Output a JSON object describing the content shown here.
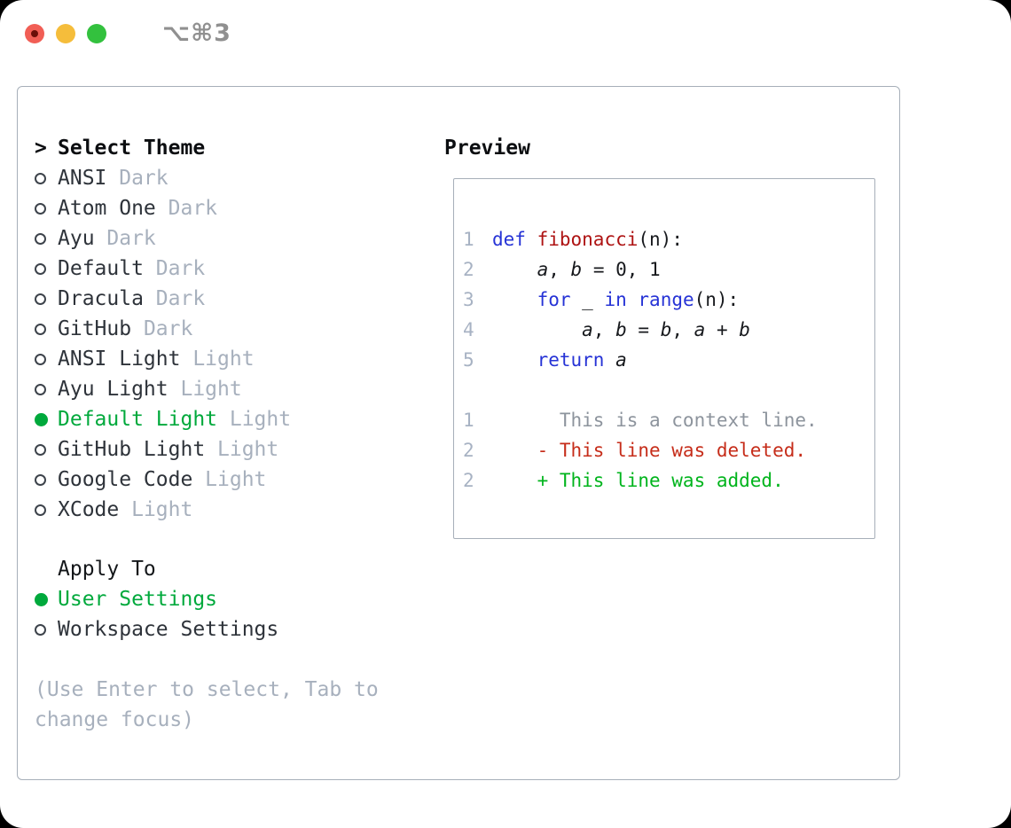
{
  "window": {
    "title": "⌥⌘3"
  },
  "titlebar": {
    "buttons": [
      {
        "name": "close",
        "color": "#f15e55",
        "has_unsaved_dot": true,
        "dot_color": "#6b0e08"
      },
      {
        "name": "minimize",
        "color": "#f5bd3b"
      },
      {
        "name": "zoom",
        "color": "#33c13e"
      }
    ]
  },
  "theme_panel": {
    "prompt": ">",
    "header": "Select Theme",
    "themes": [
      {
        "name": "ANSI",
        "variant": "Dark",
        "selected": false
      },
      {
        "name": "Atom One",
        "variant": "Dark",
        "selected": false
      },
      {
        "name": "Ayu",
        "variant": "Dark",
        "selected": false
      },
      {
        "name": "Default",
        "variant": "Dark",
        "selected": false
      },
      {
        "name": "Dracula",
        "variant": "Dark",
        "selected": false
      },
      {
        "name": "GitHub",
        "variant": "Dark",
        "selected": false
      },
      {
        "name": "ANSI Light",
        "variant": "Light",
        "selected": false
      },
      {
        "name": "Ayu Light",
        "variant": "Light",
        "selected": false
      },
      {
        "name": "Default Light",
        "variant": "Light",
        "selected": true
      },
      {
        "name": "GitHub Light",
        "variant": "Light",
        "selected": false
      },
      {
        "name": "Google Code",
        "variant": "Light",
        "selected": false
      },
      {
        "name": "XCode",
        "variant": "Light",
        "selected": false
      }
    ],
    "apply_header": "Apply To",
    "apply_options": [
      {
        "label": "User Settings",
        "selected": true
      },
      {
        "label": "Workspace Settings",
        "selected": false
      }
    ],
    "hint": "(Use Enter to select, Tab to change focus)"
  },
  "preview": {
    "title": "Preview",
    "code_lines": [
      {
        "number": "1",
        "tokens": [
          {
            "t": "def",
            "c": "keyword"
          },
          {
            "t": " "
          },
          {
            "t": "fibonacci",
            "c": "function"
          },
          {
            "t": "(n):"
          }
        ]
      },
      {
        "number": "2",
        "tokens": [
          {
            "t": "    "
          },
          {
            "t": "a",
            "c": "variable"
          },
          {
            "t": ", "
          },
          {
            "t": "b",
            "c": "variable"
          },
          {
            "t": " = 0, 1"
          }
        ]
      },
      {
        "number": "3",
        "tokens": [
          {
            "t": "    "
          },
          {
            "t": "for",
            "c": "keyword"
          },
          {
            "t": " _ "
          },
          {
            "t": "in",
            "c": "keyword"
          },
          {
            "t": " "
          },
          {
            "t": "range",
            "c": "keyword"
          },
          {
            "t": "(n):"
          }
        ]
      },
      {
        "number": "4",
        "tokens": [
          {
            "t": "        "
          },
          {
            "t": "a",
            "c": "variable"
          },
          {
            "t": ", "
          },
          {
            "t": "b",
            "c": "variable"
          },
          {
            "t": " = "
          },
          {
            "t": "b",
            "c": "variable"
          },
          {
            "t": ", "
          },
          {
            "t": "a",
            "c": "variable"
          },
          {
            "t": " + "
          },
          {
            "t": "b",
            "c": "variable"
          }
        ]
      },
      {
        "number": "5",
        "tokens": [
          {
            "t": "    "
          },
          {
            "t": "return",
            "c": "keyword"
          },
          {
            "t": " "
          },
          {
            "t": "a",
            "c": "variable"
          }
        ]
      }
    ],
    "diff_lines": [
      {
        "number": "1",
        "type": "context",
        "text": "      This is a context line."
      },
      {
        "number": "2",
        "type": "deleted",
        "text": "    - This line was deleted."
      },
      {
        "number": "2",
        "type": "added",
        "text": "    + This line was added."
      }
    ]
  },
  "colors": {
    "accent_green": "#00a93c",
    "keyword_blue": "#2633d6",
    "function_red": "#ae1313",
    "diff_added": "#00b41c",
    "diff_deleted": "#c62d1a",
    "diff_context": "#8d949d",
    "muted_gray": "#a7b0bd",
    "panel_border": "#a7afb9",
    "line_number": "#a7b2c3"
  }
}
